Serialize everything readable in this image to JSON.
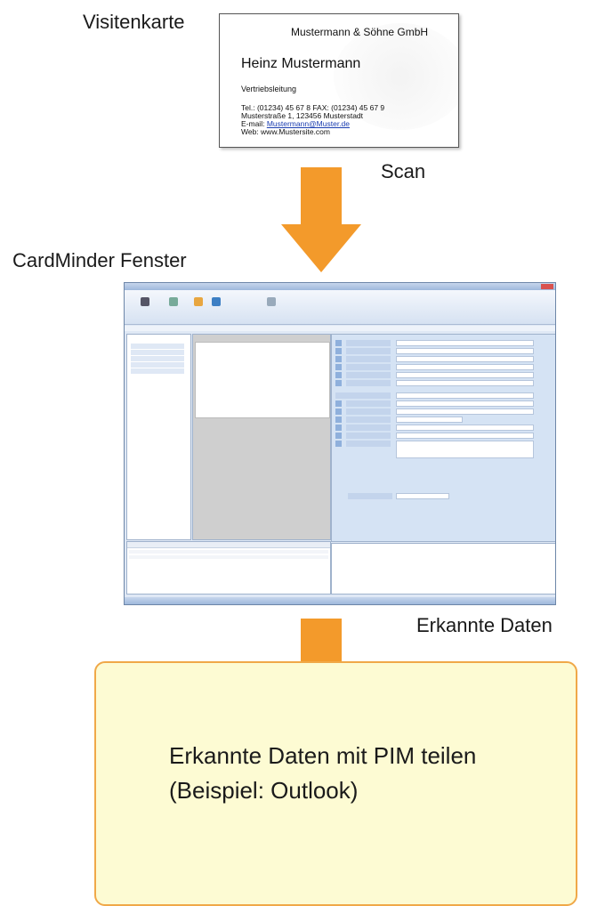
{
  "labels": {
    "card": "Visitenkarte",
    "scan": "Scan",
    "window": "CardMinder Fenster",
    "recognized": "Erkannte Daten"
  },
  "business_card": {
    "company": "Mustermann & Söhne GmbH",
    "name": "Heinz Mustermann",
    "title": "Vertriebsleitung",
    "phone_line": "Tel.: (01234) 45 67 8 FAX: (01234) 45 67 9",
    "address_line": "Musterstraße 1, 123456 Musterstadt",
    "email_prefix": "E-mail: ",
    "email": "Mustermann@Muster.de",
    "web_line": "Web: www.Mustersite.com"
  },
  "result_box": {
    "line1": "Erkannte Daten mit PIM teilen",
    "line2": "(Beispiel: Outlook)"
  },
  "colors": {
    "arrow": "#f39a2b",
    "result_fill": "#fdfbd3",
    "result_border": "#f0a848"
  }
}
